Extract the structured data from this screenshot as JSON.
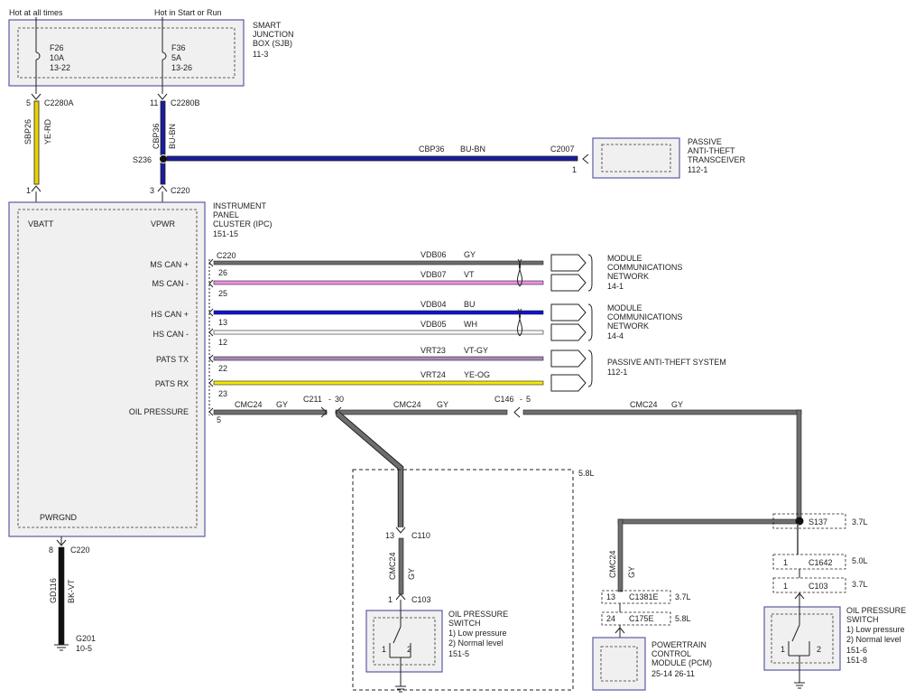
{
  "colors": {
    "outline": "#5a5aa8",
    "box_fill": "#f0f0f0",
    "wire_gy": "#6e6e6e",
    "wire_bu_bn": "#1a1aa0",
    "wire_ye_rd": "#e8d400",
    "wire_vt": "#ee8ee8",
    "wire_bu": "#1010d8",
    "wire_wh": "#ffffff",
    "wire_vt_gy": "#a88ab8",
    "wire_ye_og": "#f2e800",
    "wire_bk_vt": "#101010"
  },
  "power": {
    "hot_all_times": "Hot at all times",
    "hot_start_run": "Hot in Start or Run"
  },
  "sjb": {
    "title": [
      "SMART",
      "JUNCTION",
      "BOX (SJB)",
      "11-3"
    ],
    "fuse_f26": [
      "F26",
      "10A",
      "13-22"
    ],
    "fuse_f36": [
      "F36",
      "5A",
      "13-26"
    ]
  },
  "connectors_top": {
    "c2280a_pin": "5",
    "c2280a": "C2280A",
    "c2280b_pin": "11",
    "c2280b": "C2280B",
    "sbp26": "SBP26",
    "ye_rd": "YE-RD",
    "cbp36_v": "CBP36",
    "bu_bn_v": "BU-BN",
    "s236": "S236",
    "ipc_pin1": "1",
    "ipc_pin3": "3",
    "c220_top": "C220"
  },
  "pats_transceiver": {
    "wire": "CBP36",
    "wire_color": "BU-BN",
    "connector": "C2007",
    "pin": "1",
    "title": [
      "PASSIVE",
      "ANTI-THEFT",
      "TRANSCEIVER",
      "112-1"
    ]
  },
  "ipc": {
    "title": [
      "INSTRUMENT",
      "PANEL",
      "CLUSTER (IPC)",
      "151-15"
    ],
    "vbatt": "VBATT",
    "vpwr": "VPWR",
    "pwrgnd": "PWRGND",
    "c220": "C220",
    "pins": [
      {
        "label": "MS CAN +",
        "pin": "26",
        "circuit": "VDB06",
        "color": "GY"
      },
      {
        "label": "MS CAN -",
        "pin": "25",
        "circuit": "VDB07",
        "color": "VT"
      },
      {
        "label": "HS CAN +",
        "pin": "13",
        "circuit": "VDB04",
        "color": "BU"
      },
      {
        "label": "HS CAN -",
        "pin": "12",
        "circuit": "VDB05",
        "color": "WH"
      },
      {
        "label": "PATS TX",
        "pin": "22",
        "circuit": "VRT23",
        "color": "VT-GY"
      },
      {
        "label": "PATS RX",
        "pin": "23",
        "circuit": "VRT24",
        "color": "YE-OG"
      },
      {
        "label": "OIL PRESSURE",
        "pin": "5",
        "circuit": "CMC24",
        "color": "GY"
      }
    ]
  },
  "destinations": {
    "mcn_ms": [
      "MODULE",
      "COMMUNICATIONS",
      "NETWORK",
      "14-1"
    ],
    "mcn_hs": [
      "MODULE",
      "COMMUNICATIONS",
      "NETWORK",
      "14-4"
    ],
    "pats_system": [
      "PASSIVE ANTI-THEFT SYSTEM",
      "112-1"
    ]
  },
  "oil_line": {
    "c211": "C211",
    "c211_pin": "30",
    "c146": "C146",
    "c146_pin": "5",
    "seg_mid": "CMC24",
    "seg_mid_color": "GY",
    "seg_right": "CMC24",
    "seg_right_color": "GY"
  },
  "engine_58": {
    "label": "5.8L",
    "c110_pin": "13",
    "c110": "C110",
    "wire": "CMC24",
    "wire_color": "GY",
    "c103_pin": "1",
    "c103": "C103",
    "switch_title": [
      "OIL PRESSURE",
      "SWITCH",
      "1) Low pressure",
      "2) Normal level",
      "151-5"
    ],
    "sw_pin1": "1",
    "sw_pin2": "2"
  },
  "pcm": {
    "wire": "CMC24",
    "wire_color": "GY",
    "c1381e_pin": "13",
    "c1381e": "C1381E",
    "c1381e_eng": "3.7L",
    "c175e_pin": "24",
    "c175e": "C175E",
    "c175e_eng": "5.8L",
    "title": [
      "POWERTRAIN",
      "CONTROL",
      "MODULE (PCM)",
      "25-14  26-11"
    ]
  },
  "right_branch": {
    "s137": "S137",
    "s137_eng": "3.7L",
    "c1642_pin": "1",
    "c1642": "C1642",
    "c1642_eng": "5.0L",
    "c103_pin": "1",
    "c103": "C103",
    "c103_eng": "3.7L",
    "switch_title": [
      "OIL PRESSURE",
      "SWITCH",
      "1) Low pressure",
      "2) Normal level",
      "151-6",
      "151-8"
    ],
    "sw_pin1": "1",
    "sw_pin2": "2"
  },
  "ground": {
    "pin": "8",
    "connector": "C220",
    "wire": "GD116",
    "wire_color": "BK-VT",
    "g201": "G201",
    "g201_ref": "10-5"
  }
}
